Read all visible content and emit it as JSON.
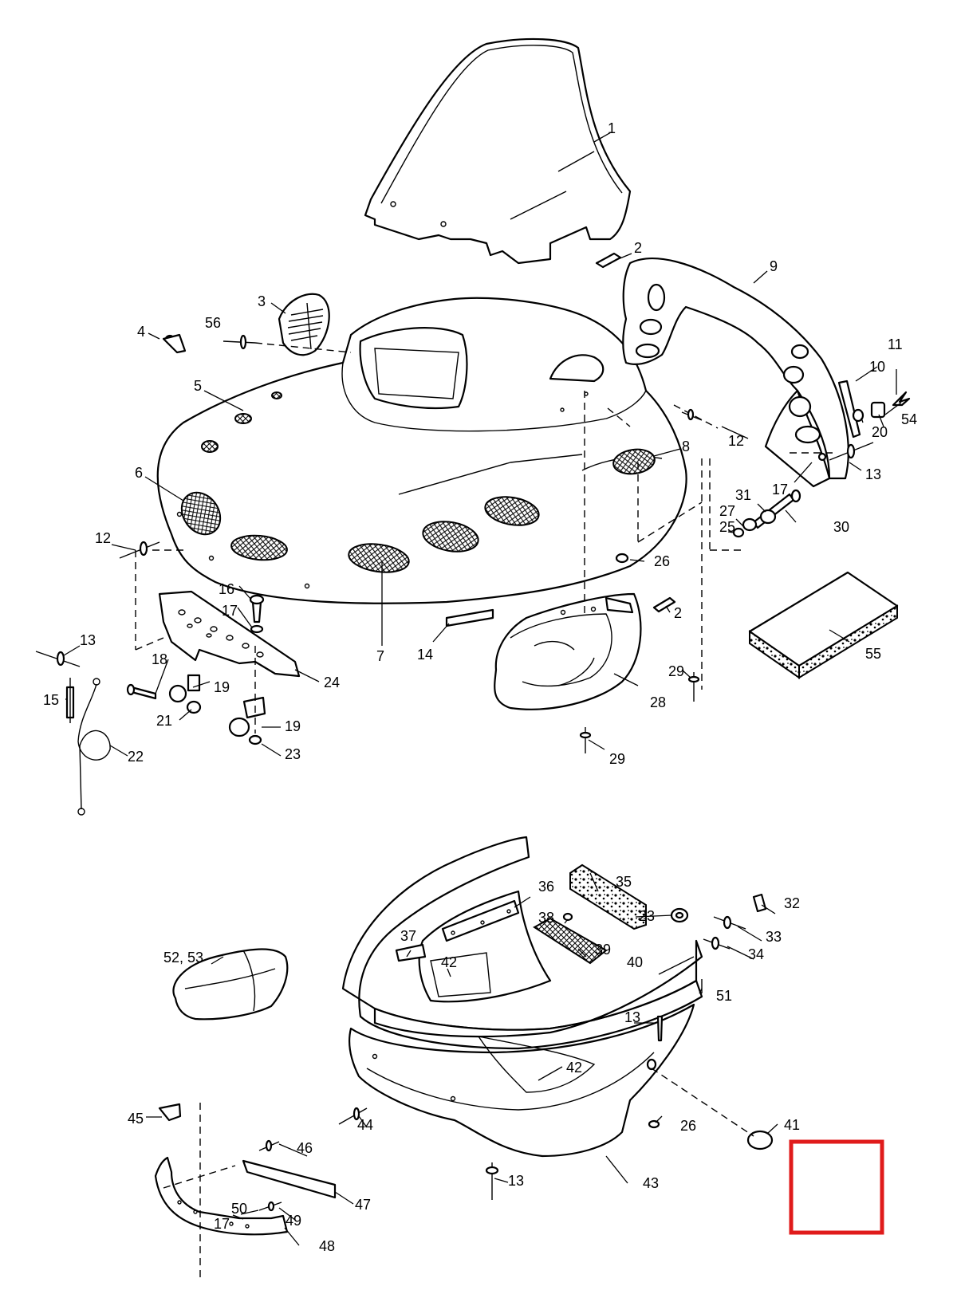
{
  "callouts": [
    {
      "id": "c1",
      "text": "1"
    },
    {
      "id": "c2a",
      "text": "2"
    },
    {
      "id": "c2b",
      "text": "2"
    },
    {
      "id": "c3",
      "text": "3"
    },
    {
      "id": "c4",
      "text": "4"
    },
    {
      "id": "c5",
      "text": "5"
    },
    {
      "id": "c6",
      "text": "6"
    },
    {
      "id": "c7",
      "text": "7"
    },
    {
      "id": "c8",
      "text": "8"
    },
    {
      "id": "c9",
      "text": "9"
    },
    {
      "id": "c10",
      "text": "10"
    },
    {
      "id": "c11",
      "text": "11"
    },
    {
      "id": "c12a",
      "text": "12"
    },
    {
      "id": "c12b",
      "text": "12"
    },
    {
      "id": "c13a",
      "text": "13"
    },
    {
      "id": "c13b",
      "text": "13"
    },
    {
      "id": "c13c",
      "text": "13"
    },
    {
      "id": "c13d",
      "text": "13"
    },
    {
      "id": "c14",
      "text": "14"
    },
    {
      "id": "c15",
      "text": "15"
    },
    {
      "id": "c16",
      "text": "16"
    },
    {
      "id": "c17a",
      "text": "17"
    },
    {
      "id": "c17b",
      "text": "17"
    },
    {
      "id": "c17c",
      "text": "17"
    },
    {
      "id": "c18",
      "text": "18"
    },
    {
      "id": "c19a",
      "text": "19"
    },
    {
      "id": "c19b",
      "text": "19"
    },
    {
      "id": "c20",
      "text": "20"
    },
    {
      "id": "c21",
      "text": "21"
    },
    {
      "id": "c22",
      "text": "22"
    },
    {
      "id": "c23a",
      "text": "23"
    },
    {
      "id": "c23b",
      "text": "23"
    },
    {
      "id": "c24",
      "text": "24"
    },
    {
      "id": "c25",
      "text": "25"
    },
    {
      "id": "c26a",
      "text": "26"
    },
    {
      "id": "c26b",
      "text": "26"
    },
    {
      "id": "c27",
      "text": "27"
    },
    {
      "id": "c28",
      "text": "28"
    },
    {
      "id": "c29a",
      "text": "29"
    },
    {
      "id": "c29b",
      "text": "29"
    },
    {
      "id": "c30",
      "text": "30"
    },
    {
      "id": "c31",
      "text": "31"
    },
    {
      "id": "c32",
      "text": "32"
    },
    {
      "id": "c33",
      "text": "33"
    },
    {
      "id": "c34",
      "text": "34"
    },
    {
      "id": "c35",
      "text": "35"
    },
    {
      "id": "c36",
      "text": "36"
    },
    {
      "id": "c37",
      "text": "37"
    },
    {
      "id": "c38",
      "text": "38"
    },
    {
      "id": "c39",
      "text": "39"
    },
    {
      "id": "c40",
      "text": "40"
    },
    {
      "id": "c41",
      "text": "41"
    },
    {
      "id": "c42a",
      "text": "42"
    },
    {
      "id": "c42b",
      "text": "42"
    },
    {
      "id": "c43",
      "text": "43"
    },
    {
      "id": "c44",
      "text": "44"
    },
    {
      "id": "c45",
      "text": "45"
    },
    {
      "id": "c46",
      "text": "46"
    },
    {
      "id": "c47",
      "text": "47"
    },
    {
      "id": "c48",
      "text": "48"
    },
    {
      "id": "c49",
      "text": "49"
    },
    {
      "id": "c50",
      "text": "50"
    },
    {
      "id": "c51",
      "text": "51"
    },
    {
      "id": "c52",
      "text": "52, 53"
    },
    {
      "id": "c54",
      "text": "54"
    },
    {
      "id": "c55",
      "text": "55"
    },
    {
      "id": "c56",
      "text": "56"
    }
  ],
  "highlight_color": "#e01b1b",
  "line_color": "#000000",
  "background_color": "#ffffff"
}
